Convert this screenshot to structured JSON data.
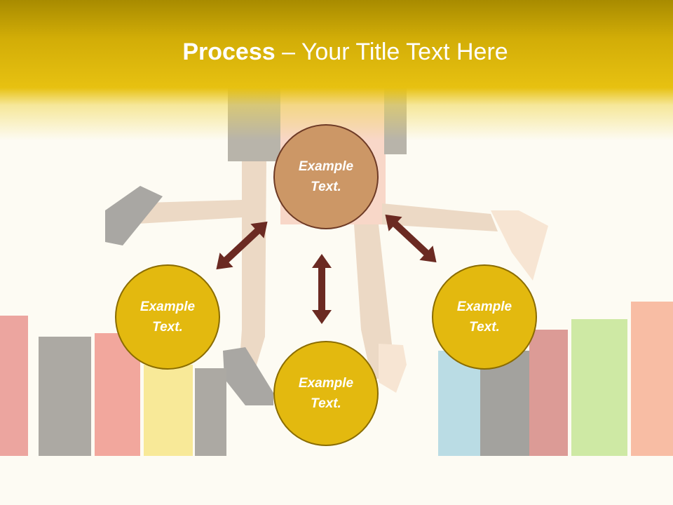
{
  "slide": {
    "title_bold": "Process",
    "title_rest": " – Your Title Text Here"
  },
  "nodes": {
    "top": {
      "label": "Example Text."
    },
    "left": {
      "label": "Example Text."
    },
    "right": {
      "label": "Example Text."
    },
    "bottom": {
      "label": "Example Text."
    }
  },
  "icons": {
    "arrows": [
      "double-arrow-icon",
      "double-arrow-icon",
      "double-arrow-icon"
    ]
  },
  "colors": {
    "header_gold": "#e7c111",
    "node_top_fill": "#cc9766",
    "node_fill": "#e3b90f",
    "arrow": "#6b2a22",
    "background": "#fdfbf3"
  }
}
